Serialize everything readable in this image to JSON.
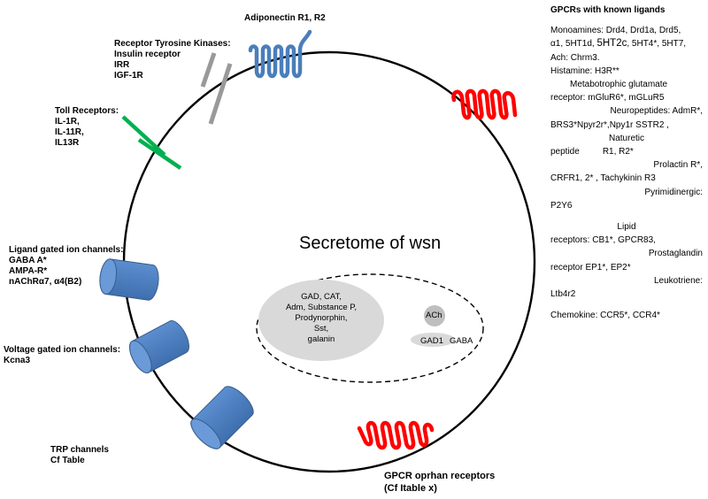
{
  "title": "Secretome of wsn",
  "labels": {
    "adiponectin": "Adiponectin R1, R2",
    "rtk": [
      "Receptor Tyrosine Kinases:",
      "Insulin receptor",
      "IRR",
      "IGF-1R"
    ],
    "toll": [
      "Toll Receptors:",
      "IL-1R,",
      "IL-11R,",
      "IL13R"
    ],
    "ligand_gated": [
      "Ligand gated ion channels:",
      "GABA A*",
      "AMPA-R*",
      "nAChRα7, α4(B2)"
    ],
    "voltage_gated": [
      "Voltage gated ion channels:",
      "Kcna3"
    ],
    "trp": [
      "TRP channels",
      "Cf Table"
    ],
    "orphan": [
      "GPCR oprhan receptors",
      "(Cf Itable x)"
    ]
  },
  "gpcr_panel": {
    "title": "GPCRs with known ligands",
    "monoamines_1": "Monoamines: Drd4, Drd1a, Drd5,",
    "monoamines_2a": "α1, 5HT1d, ",
    "monoamines_2b": "5HT2c",
    "monoamines_2c": ", 5HT4*, 5HT7,",
    "monoamines_3": "Ach: Chrm3.",
    "histamine": "Histamine: H3R**",
    "metabotropic_1": "Metabotrophic glutamate",
    "metabotropic_2": "receptor: mGluR6*, mGLuR5",
    "neuro_1": "Neuropeptides:  AdmR*,",
    "neuro_2": "BRS3*Npyr2r*,Npy1r SSTR2 ,",
    "naturetic_1": "Naturetic",
    "naturetic_2a": "peptide",
    "naturetic_2b": "R1,  R2*",
    "prolactin": "Prolactin R*,",
    "crfr": "CRFR1, 2* , Tachykinin R3",
    "pyrimidinergic": "Pyrimidinergic:",
    "p2y6": "P2Y6",
    "lipid_1": "Lipid",
    "lipid_2": "receptors: CB1*, GPCR83,",
    "prosta_1": "Prostaglandin",
    "prosta_2": "receptor EP1*, EP2*",
    "leuko_1": "Leukotriene:",
    "leuko_2": "Ltb4r2",
    "chemokine": "Chemokine: CCR5*, CCR4*"
  },
  "secretome": {
    "neuropeptides": [
      "GAD, CAT,",
      "Adm, Substance P,",
      "Prodynorphin,",
      "Sst,",
      "galanin"
    ],
    "ach": "ACh",
    "gad1": "GAD1",
    "gaba": "GABA"
  },
  "colors": {
    "membrane": "#000000",
    "adiponectin_receptor": "#4a7ebb",
    "gpcr_orphan": "#ff0000",
    "rtk": "#999999",
    "toll": "#00b050",
    "ion_channel": "#4f81bd",
    "ion_channel_edge": "#385d8a",
    "secretome_blob": "#d9d9d9"
  }
}
